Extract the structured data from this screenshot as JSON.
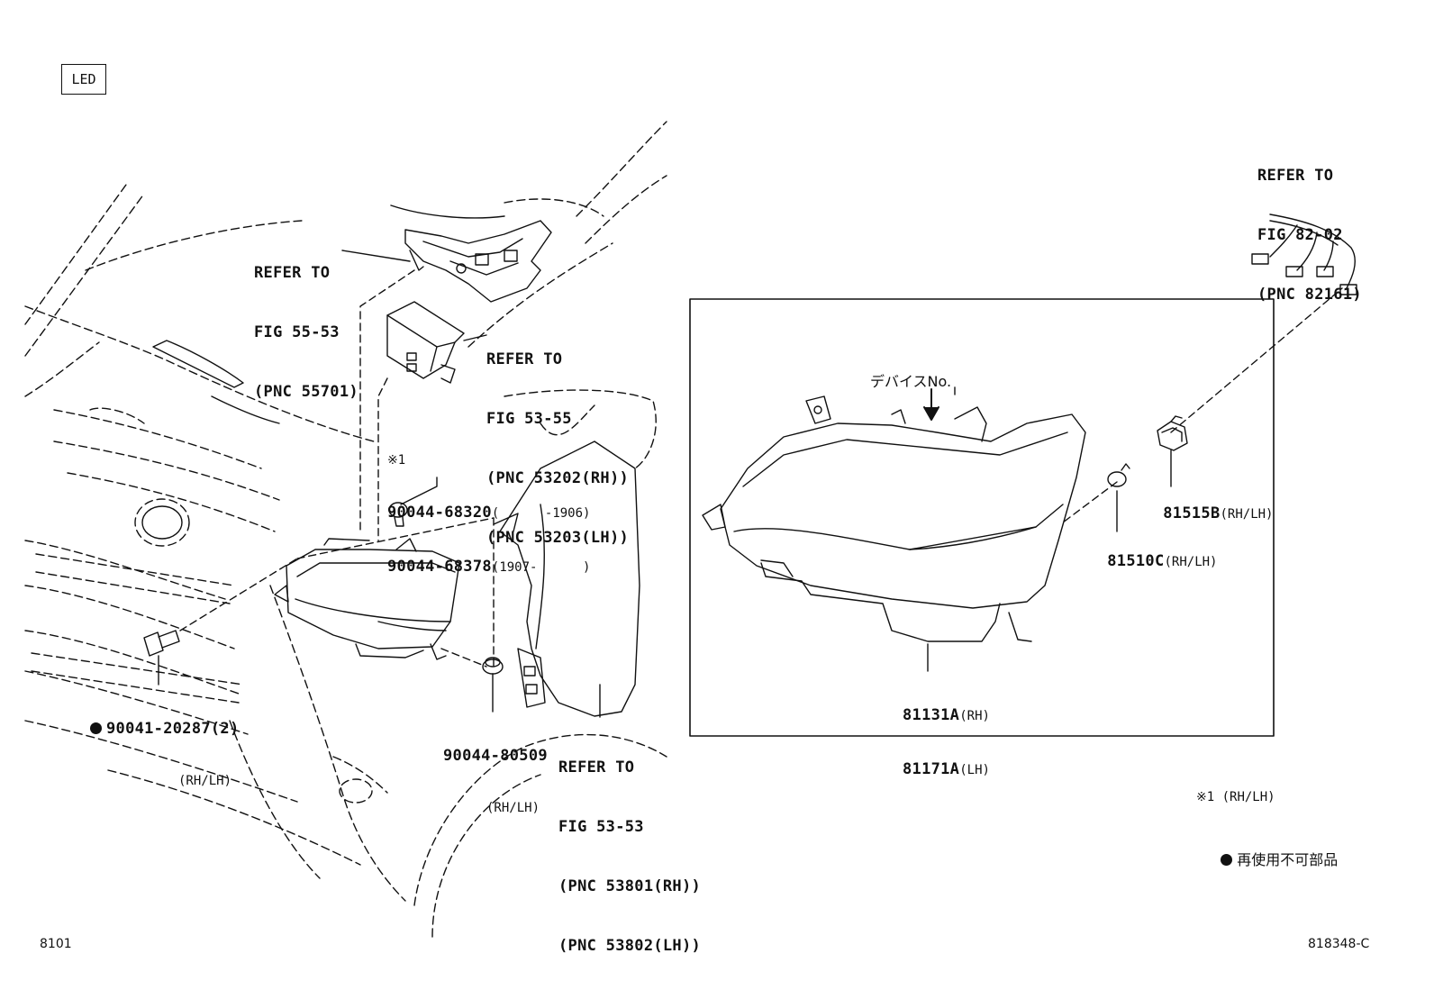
{
  "badge": "LED",
  "page_left": "8101",
  "page_right": "818348-C",
  "refs": {
    "hinge": [
      "REFER TO",
      "FIG 55-53",
      "(PNC 55701)"
    ],
    "bracket": [
      "REFER TO",
      "FIG 53-55",
      "(PNC 53202(RH))",
      "(PNC 53203(LH))"
    ],
    "fender": [
      "REFER TO",
      "FIG 53-53",
      "(PNC 53801(RH))",
      "(PNC 53802(LH))"
    ],
    "wiring": [
      "REFER TO",
      "FIG 82-02",
      "(PNC 82161)"
    ]
  },
  "parts": {
    "clip_note": "※1",
    "clip_a": "90044-68320",
    "clip_a_range": "(      -1906)",
    "clip_b": "90044-68378",
    "clip_b_range": "(1907-      )",
    "bolt": "90041-20287(2)",
    "bolt_side": "(RH/LH)",
    "nut": "90044-80509",
    "nut_side": "(RH/LH)",
    "socket": "81515B",
    "socket_side": "(RH/LH)",
    "bulb": "81510C",
    "bulb_side": "(RH/LH)",
    "lamp_rh": "81131A",
    "lamp_rh_side": "(RH)",
    "lamp_lh": "81171A",
    "lamp_lh_side": "(LH)",
    "device_label": "デバイスNo."
  },
  "legend": {
    "note1": "※1 (RH/LH)",
    "dot_text": "再使用不可部品"
  }
}
